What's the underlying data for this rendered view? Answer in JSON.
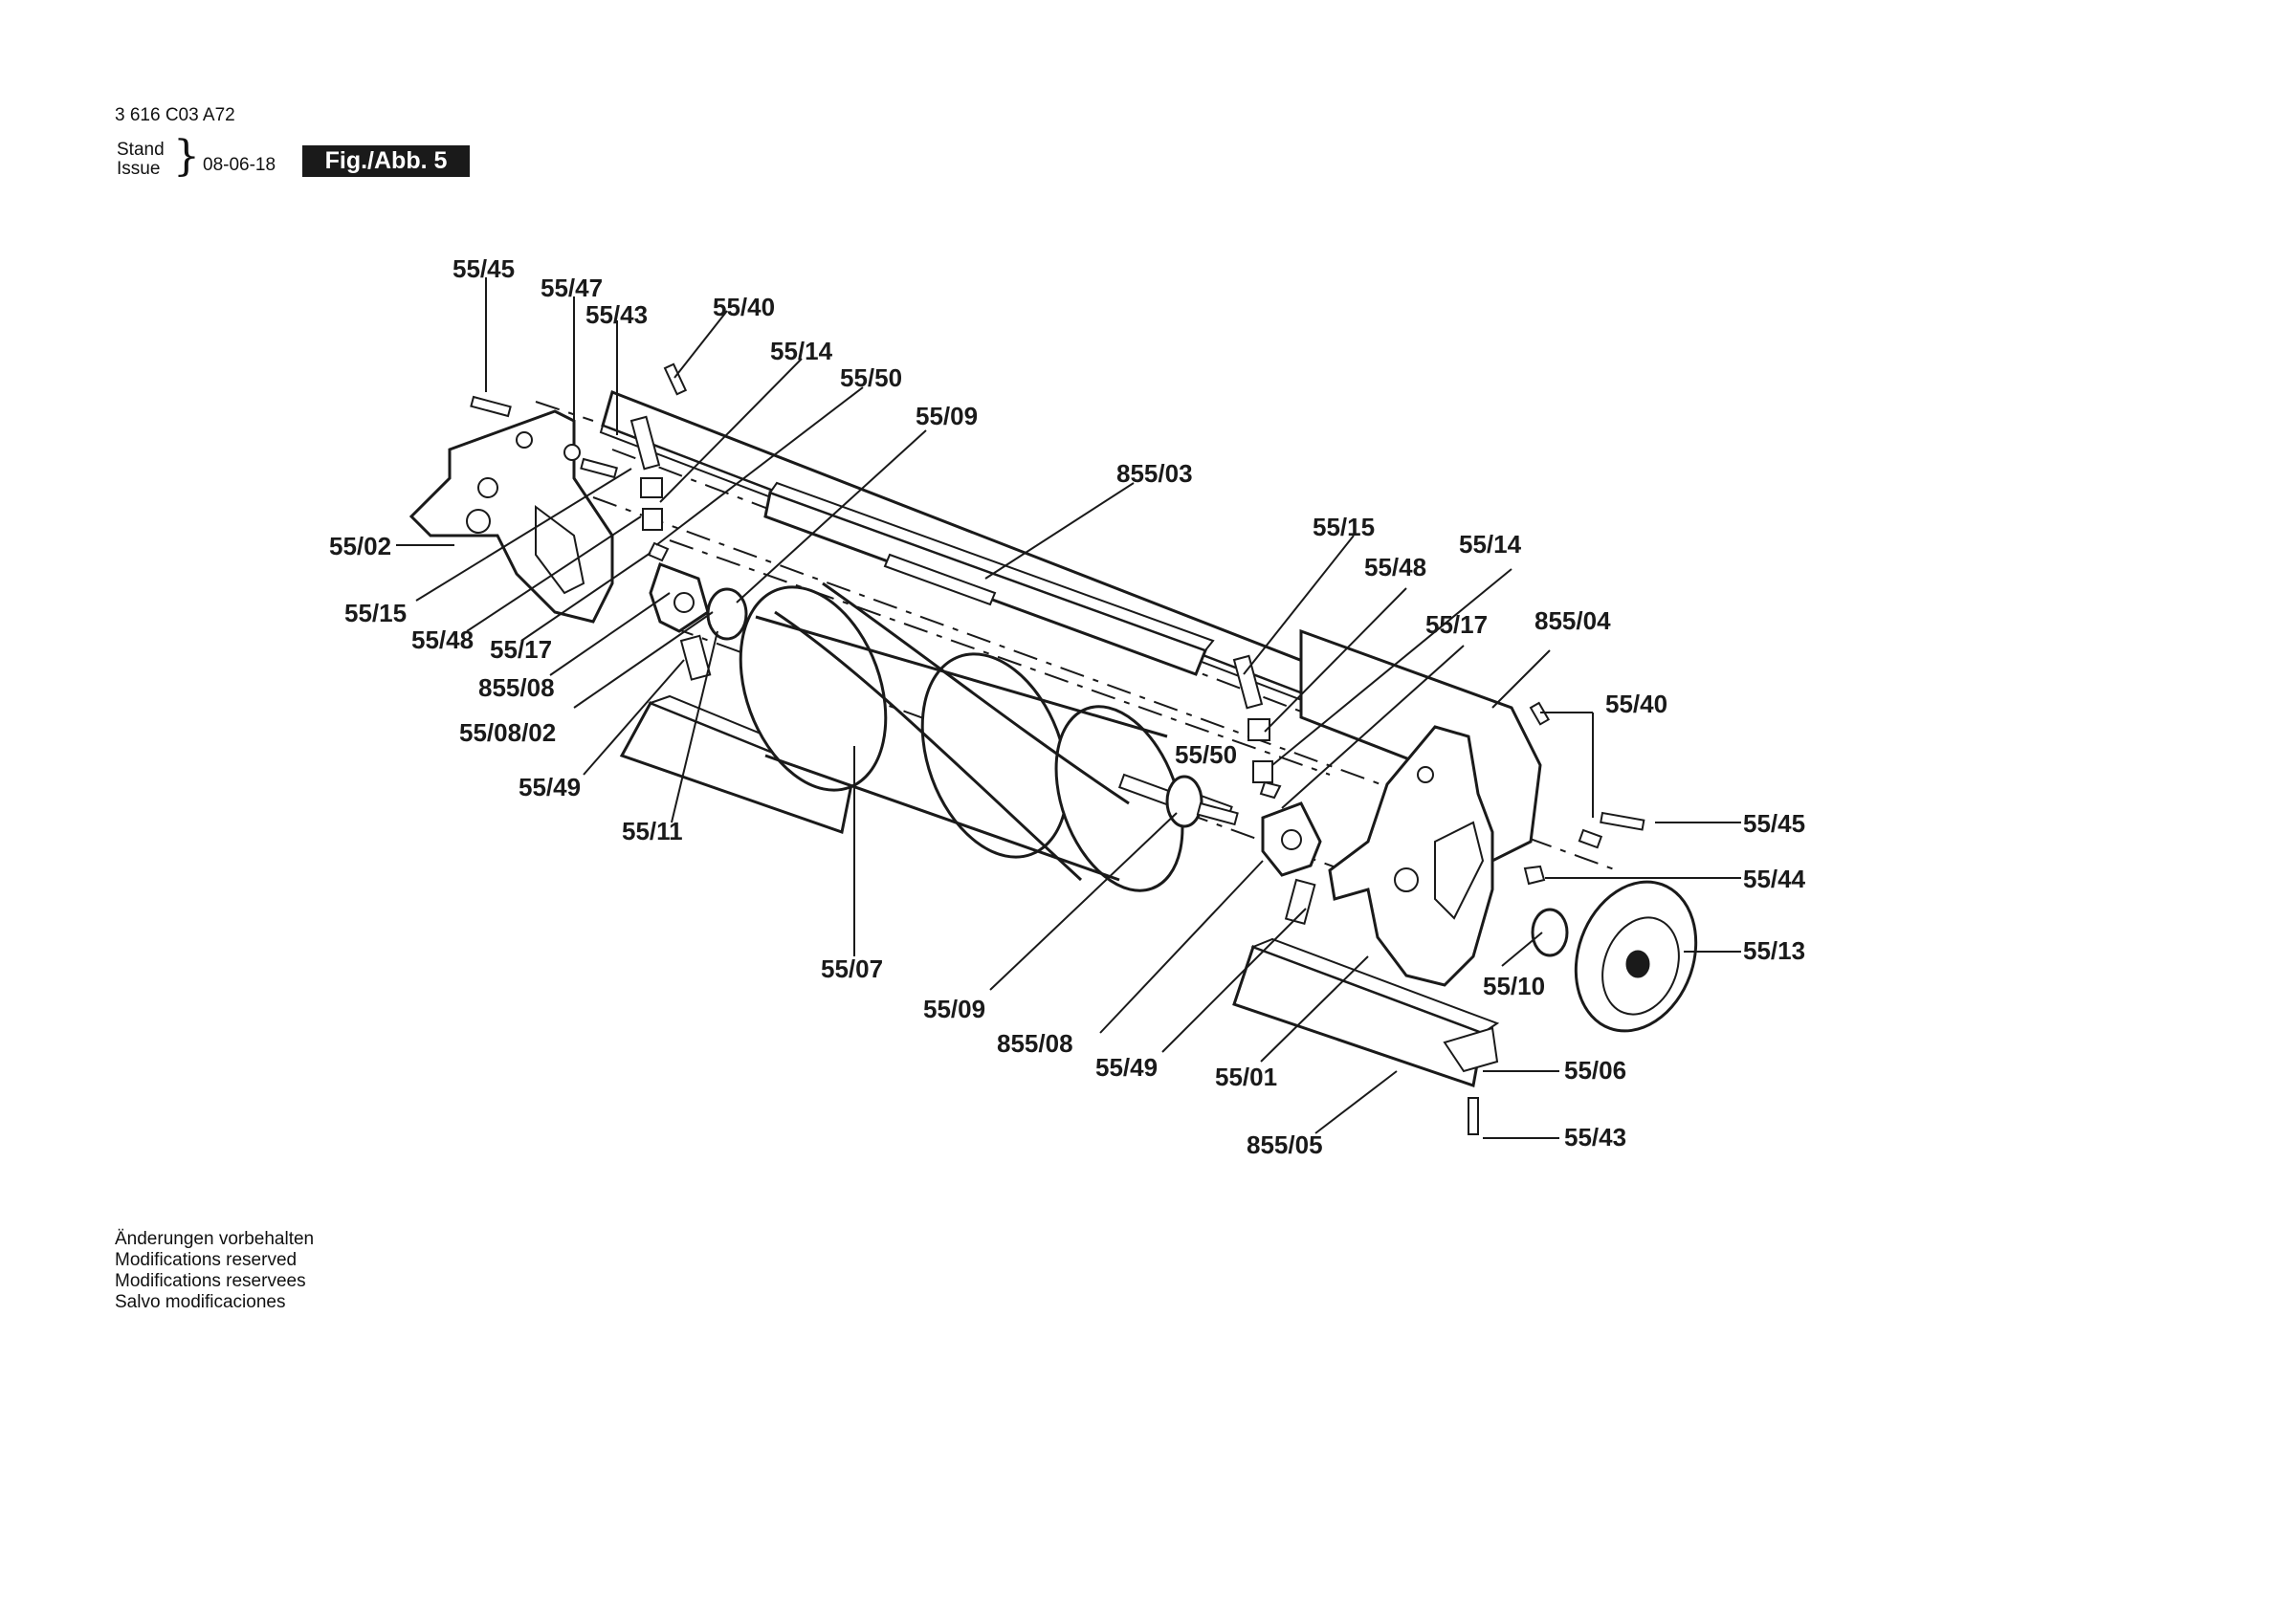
{
  "header": {
    "doc_number": "3 616 C03 A72",
    "stand": "Stand",
    "issue": "Issue",
    "brace": "}",
    "date": "08-06-18",
    "figure": "Fig./Abb. 5"
  },
  "notes": [
    "Änderungen vorbehalten",
    "Modifications reserved",
    "Modifications reservees",
    "Salvo modificaciones"
  ],
  "callouts": {
    "l_55_45_top": "55/45",
    "l_55_47": "55/47",
    "l_55_43_top": "55/43",
    "l_55_40_top": "55/40",
    "l_55_14_top": "55/14",
    "l_55_50_top": "55/50",
    "l_55_09_top": "55/09",
    "l_855_03": "855/03",
    "l_55_02": "55/02",
    "l_55_15_left": "55/15",
    "l_55_48_left": "55/48",
    "l_55_17_left": "55/17",
    "l_855_08_left": "855/08",
    "l_55_08_02": "55/08/02",
    "l_55_49_left": "55/49",
    "l_55_11": "55/11",
    "l_55_07": "55/07",
    "l_55_09_bottom": "55/09",
    "l_855_08_bottom": "855/08",
    "l_55_49_bottom": "55/49",
    "l_55_01": "55/01",
    "l_855_05": "855/05",
    "l_55_15_right": "55/15",
    "l_55_48_right": "55/48",
    "l_55_14_right": "55/14",
    "l_55_17_right": "55/17",
    "l_855_04": "855/04",
    "l_55_50_right": "55/50",
    "l_55_40_right": "55/40",
    "l_55_45_right": "55/45",
    "l_55_44": "55/44",
    "l_55_13": "55/13",
    "l_55_10": "55/10",
    "l_55_06": "55/06",
    "l_55_43_bottom": "55/43"
  }
}
